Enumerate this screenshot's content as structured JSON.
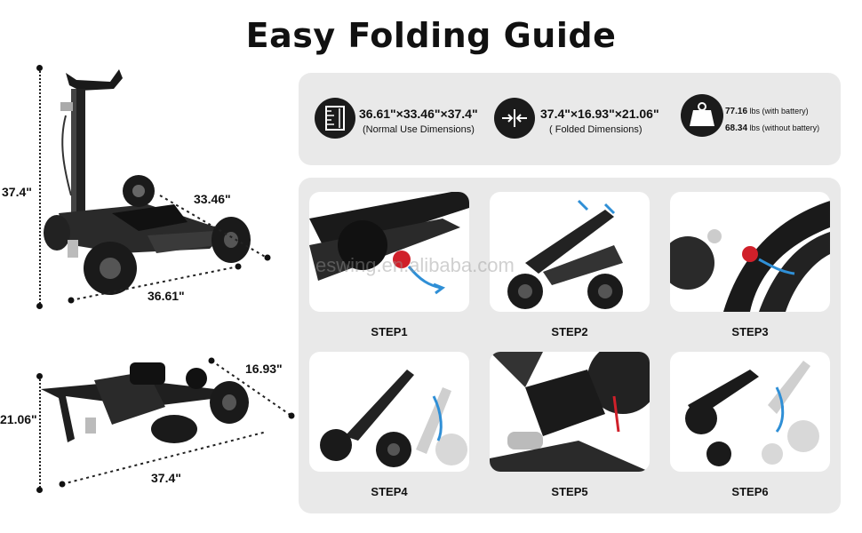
{
  "title": "Easy Folding Guide",
  "unfolded": {
    "height": "37.4\"",
    "width": "33.46\"",
    "length": "36.61\""
  },
  "folded": {
    "height": "21.06\"",
    "width": "16.93\"",
    "length": "37.4\""
  },
  "specs": {
    "normal_dims": "36.61\"×33.46\"×37.4\"",
    "normal_caption": "(Normal Use Dimensions)",
    "folded_dims": "37.4\"×16.93\"×21.06\"",
    "folded_caption": "( Folded Dimensions)",
    "weight_with_value": "77.16",
    "weight_with_unit": "lbs (with battery)",
    "weight_without_value": "68.34",
    "weight_without_unit": "lbs (without battery)"
  },
  "icons": {
    "ruler": "ruler-icon",
    "compress": "compress-arrows-icon",
    "weight": "weight-icon"
  },
  "steps": [
    "STEP1",
    "STEP2",
    "STEP3",
    "STEP4",
    "STEP5",
    "STEP6"
  ],
  "watermark": "eswing.en.alibaba.com",
  "colors": {
    "panel": "#e9e9e9",
    "accent": "#2f8fd6",
    "red": "#d0202a"
  }
}
